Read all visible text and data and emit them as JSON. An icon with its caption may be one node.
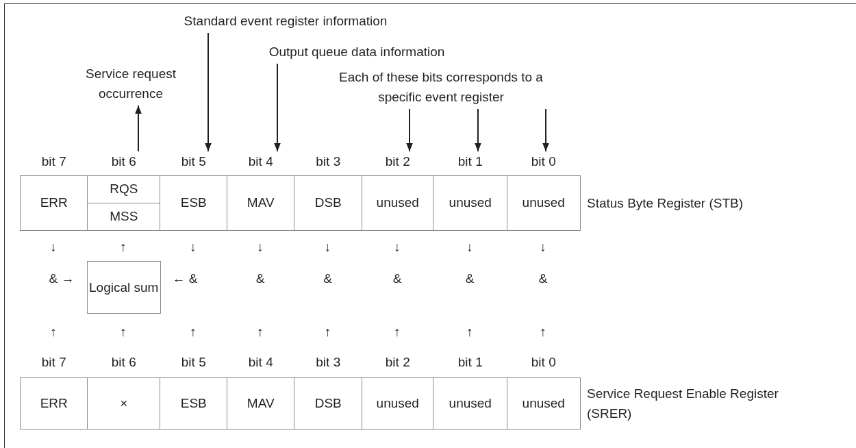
{
  "diagram": {
    "nodes": [
      {
        "text": [
          "Standard event register information"
        ]
      },
      {
        "text": [
          "Output queue data information"
        ]
      },
      {
        "text": [
          "Service request occurrence"
        ]
      },
      {
        "text": [
          "Each of these bits corresponds to a specific event register"
        ]
      },
      {
        "text": [
          "bit 7"
        ]
      },
      {
        "text": [
          "bit 6"
        ]
      },
      {
        "text": [
          "bit 5"
        ]
      },
      {
        "text": [
          "bit 4"
        ]
      },
      {
        "text": [
          "bit 3"
        ]
      },
      {
        "text": [
          "bit 2"
        ]
      },
      {
        "text": [
          "bit 1"
        ]
      },
      {
        "text": [
          "bit 0"
        ]
      },
      {
        "text": [
          "ERR"
        ]
      },
      {
        "text": [
          "RQS",
          "MSS"
        ]
      },
      {
        "text": [
          "ESB"
        ]
      },
      {
        "text": [
          "MAV"
        ]
      },
      {
        "text": [
          "DSB"
        ]
      },
      {
        "text": [
          "unused"
        ]
      },
      {
        "text": [
          "unused"
        ]
      },
      {
        "text": [
          "unused"
        ]
      },
      {
        "text": [
          "Logical sum"
        ]
      },
      {
        "text": [
          "ERR"
        ]
      },
      {
        "text": [
          "×"
        ]
      },
      {
        "text": [
          "ESB"
        ]
      },
      {
        "text": [
          "MAV"
        ]
      },
      {
        "text": [
          "DSB"
        ]
      },
      {
        "text": [
          "unused"
        ]
      },
      {
        "text": [
          "unused"
        ]
      },
      {
        "text": [
          "unused"
        ]
      }
    ],
    "edges": [
      {
        "from": 0,
        "to": 6,
        "arrow": "to"
      },
      {
        "from": 1,
        "to": 7,
        "arrow": "to"
      },
      {
        "from": 5,
        "to": 2,
        "arrow": "to"
      },
      {
        "from": 3,
        "to": 9,
        "arrow": "to"
      },
      {
        "from": 3,
        "to": 10,
        "arrow": "to"
      },
      {
        "from": 3,
        "to": 11,
        "arrow": "to"
      }
    ],
    "labels": [
      "Status Byte Register (STB)",
      "↓",
      "↑",
      "↓",
      "↓",
      "↓",
      "↓",
      "↓",
      "↓",
      "& →",
      "← &",
      "&",
      "&",
      "&",
      "&",
      "&",
      "↑",
      "↑",
      "↑",
      "↑",
      "↑",
      "↑",
      "↑",
      "↑",
      "bit 7",
      "bit 6",
      "bit 5",
      "bit 4",
      "bit 3",
      "bit 2",
      "bit 1",
      "bit 0",
      "Service Request Enable Register (SRER)"
    ]
  }
}
